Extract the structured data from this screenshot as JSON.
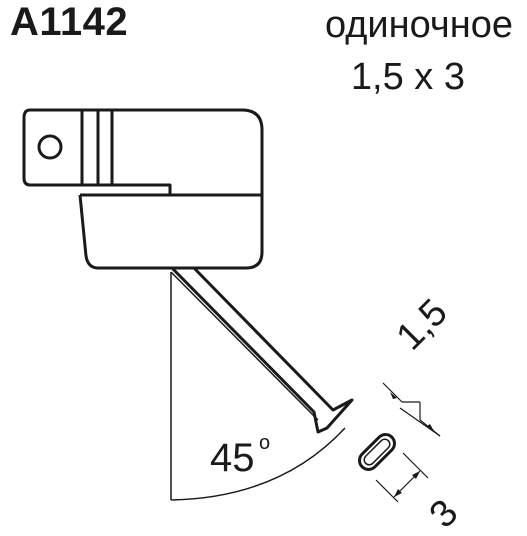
{
  "header": {
    "model_code": "A1142",
    "nozzle_type": "одиночное",
    "nozzle_size": "1,5 x 3"
  },
  "drawing": {
    "angle_label": "45",
    "angle_unit_symbol": "o",
    "dimension_width_label": "1,5",
    "dimension_length_label": "3"
  }
}
